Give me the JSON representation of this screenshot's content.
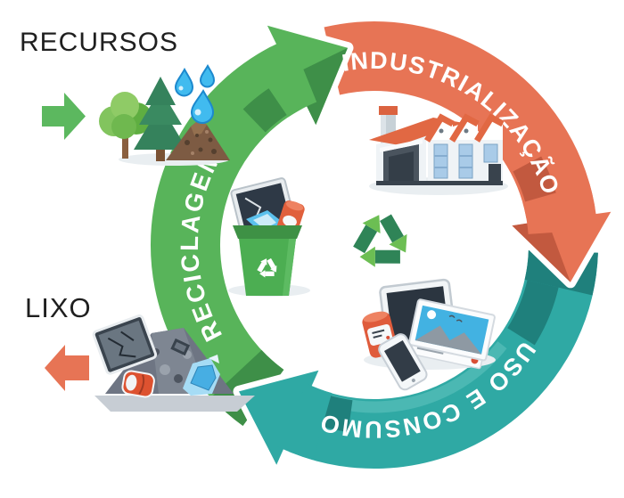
{
  "labels": {
    "resources": "RECURSOS",
    "waste": "LIXO"
  },
  "cycle": {
    "direction": "clockwise",
    "stages": [
      {
        "id": "industrializacao",
        "label": "INDUSTRIALIZAÇÃO",
        "color": "#E77455",
        "dark_color": "#C2593F",
        "icon": "factory-icon"
      },
      {
        "id": "uso-e-consumo",
        "label": "USO E CONSUMO",
        "color": "#2FA9A4",
        "dark_color": "#1F807C",
        "icon": "electronics-icon"
      },
      {
        "id": "reciclagem",
        "label": "RECICLAGEM",
        "color": "#58B45A",
        "dark_color": "#3E8F48",
        "icon": "recycle-bin-icon"
      }
    ],
    "center_icon": "recycle-symbol-icon"
  },
  "side_icons": {
    "resources_arrow_color": "#5CB85F",
    "waste_arrow_color": "#E77455",
    "resources_icons": [
      "tree-icon",
      "pine-tree-icon",
      "soil-pile-icon",
      "water-drops-icon"
    ],
    "waste_icon": "ewaste-pile-icon"
  },
  "palette": {
    "green": "#58B45A",
    "green_dark": "#3E8F48",
    "orange": "#E77455",
    "orange_dark": "#C2593F",
    "teal": "#2FA9A4",
    "teal_dark": "#1F807C",
    "teal_light": "#4BB8B3",
    "label_text": "#1F1F1F",
    "arc_text": "#FFFFFF",
    "background": "#FFFFFF"
  }
}
